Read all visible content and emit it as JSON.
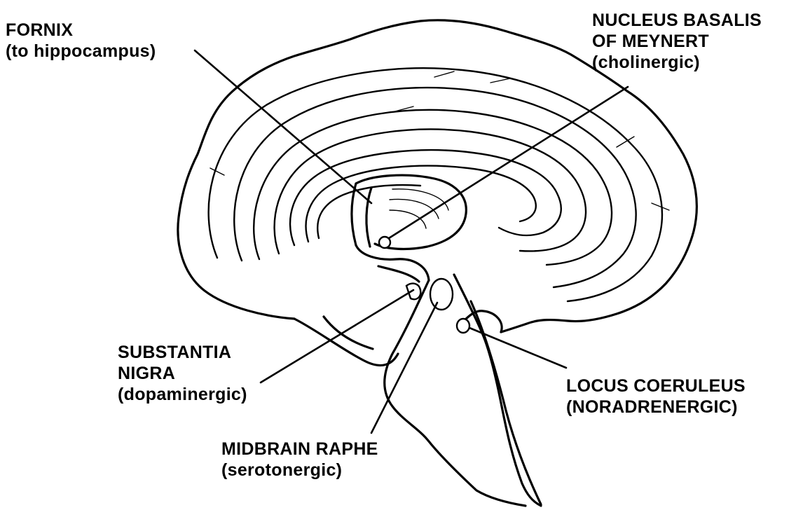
{
  "labels": {
    "fornix": {
      "line1": "FORNIX",
      "line2": "(to hippocampus)"
    },
    "nucleus_basalis": {
      "line1": "NUCLEUS BASALIS",
      "line2": "OF MEYNERT",
      "line3": "(cholinergic)"
    },
    "substantia_nigra": {
      "line1": "SUBSTANTIA",
      "line2": "NIGRA",
      "line3": "(dopaminergic)"
    },
    "locus_coeruleus": {
      "line1": "LOCUS COERULEUS",
      "line2": "(NORADRENERGIC)"
    },
    "midbrain_raphe": {
      "line1": "MIDBRAIN RAPHE",
      "line2": "(serotonergic)"
    }
  }
}
